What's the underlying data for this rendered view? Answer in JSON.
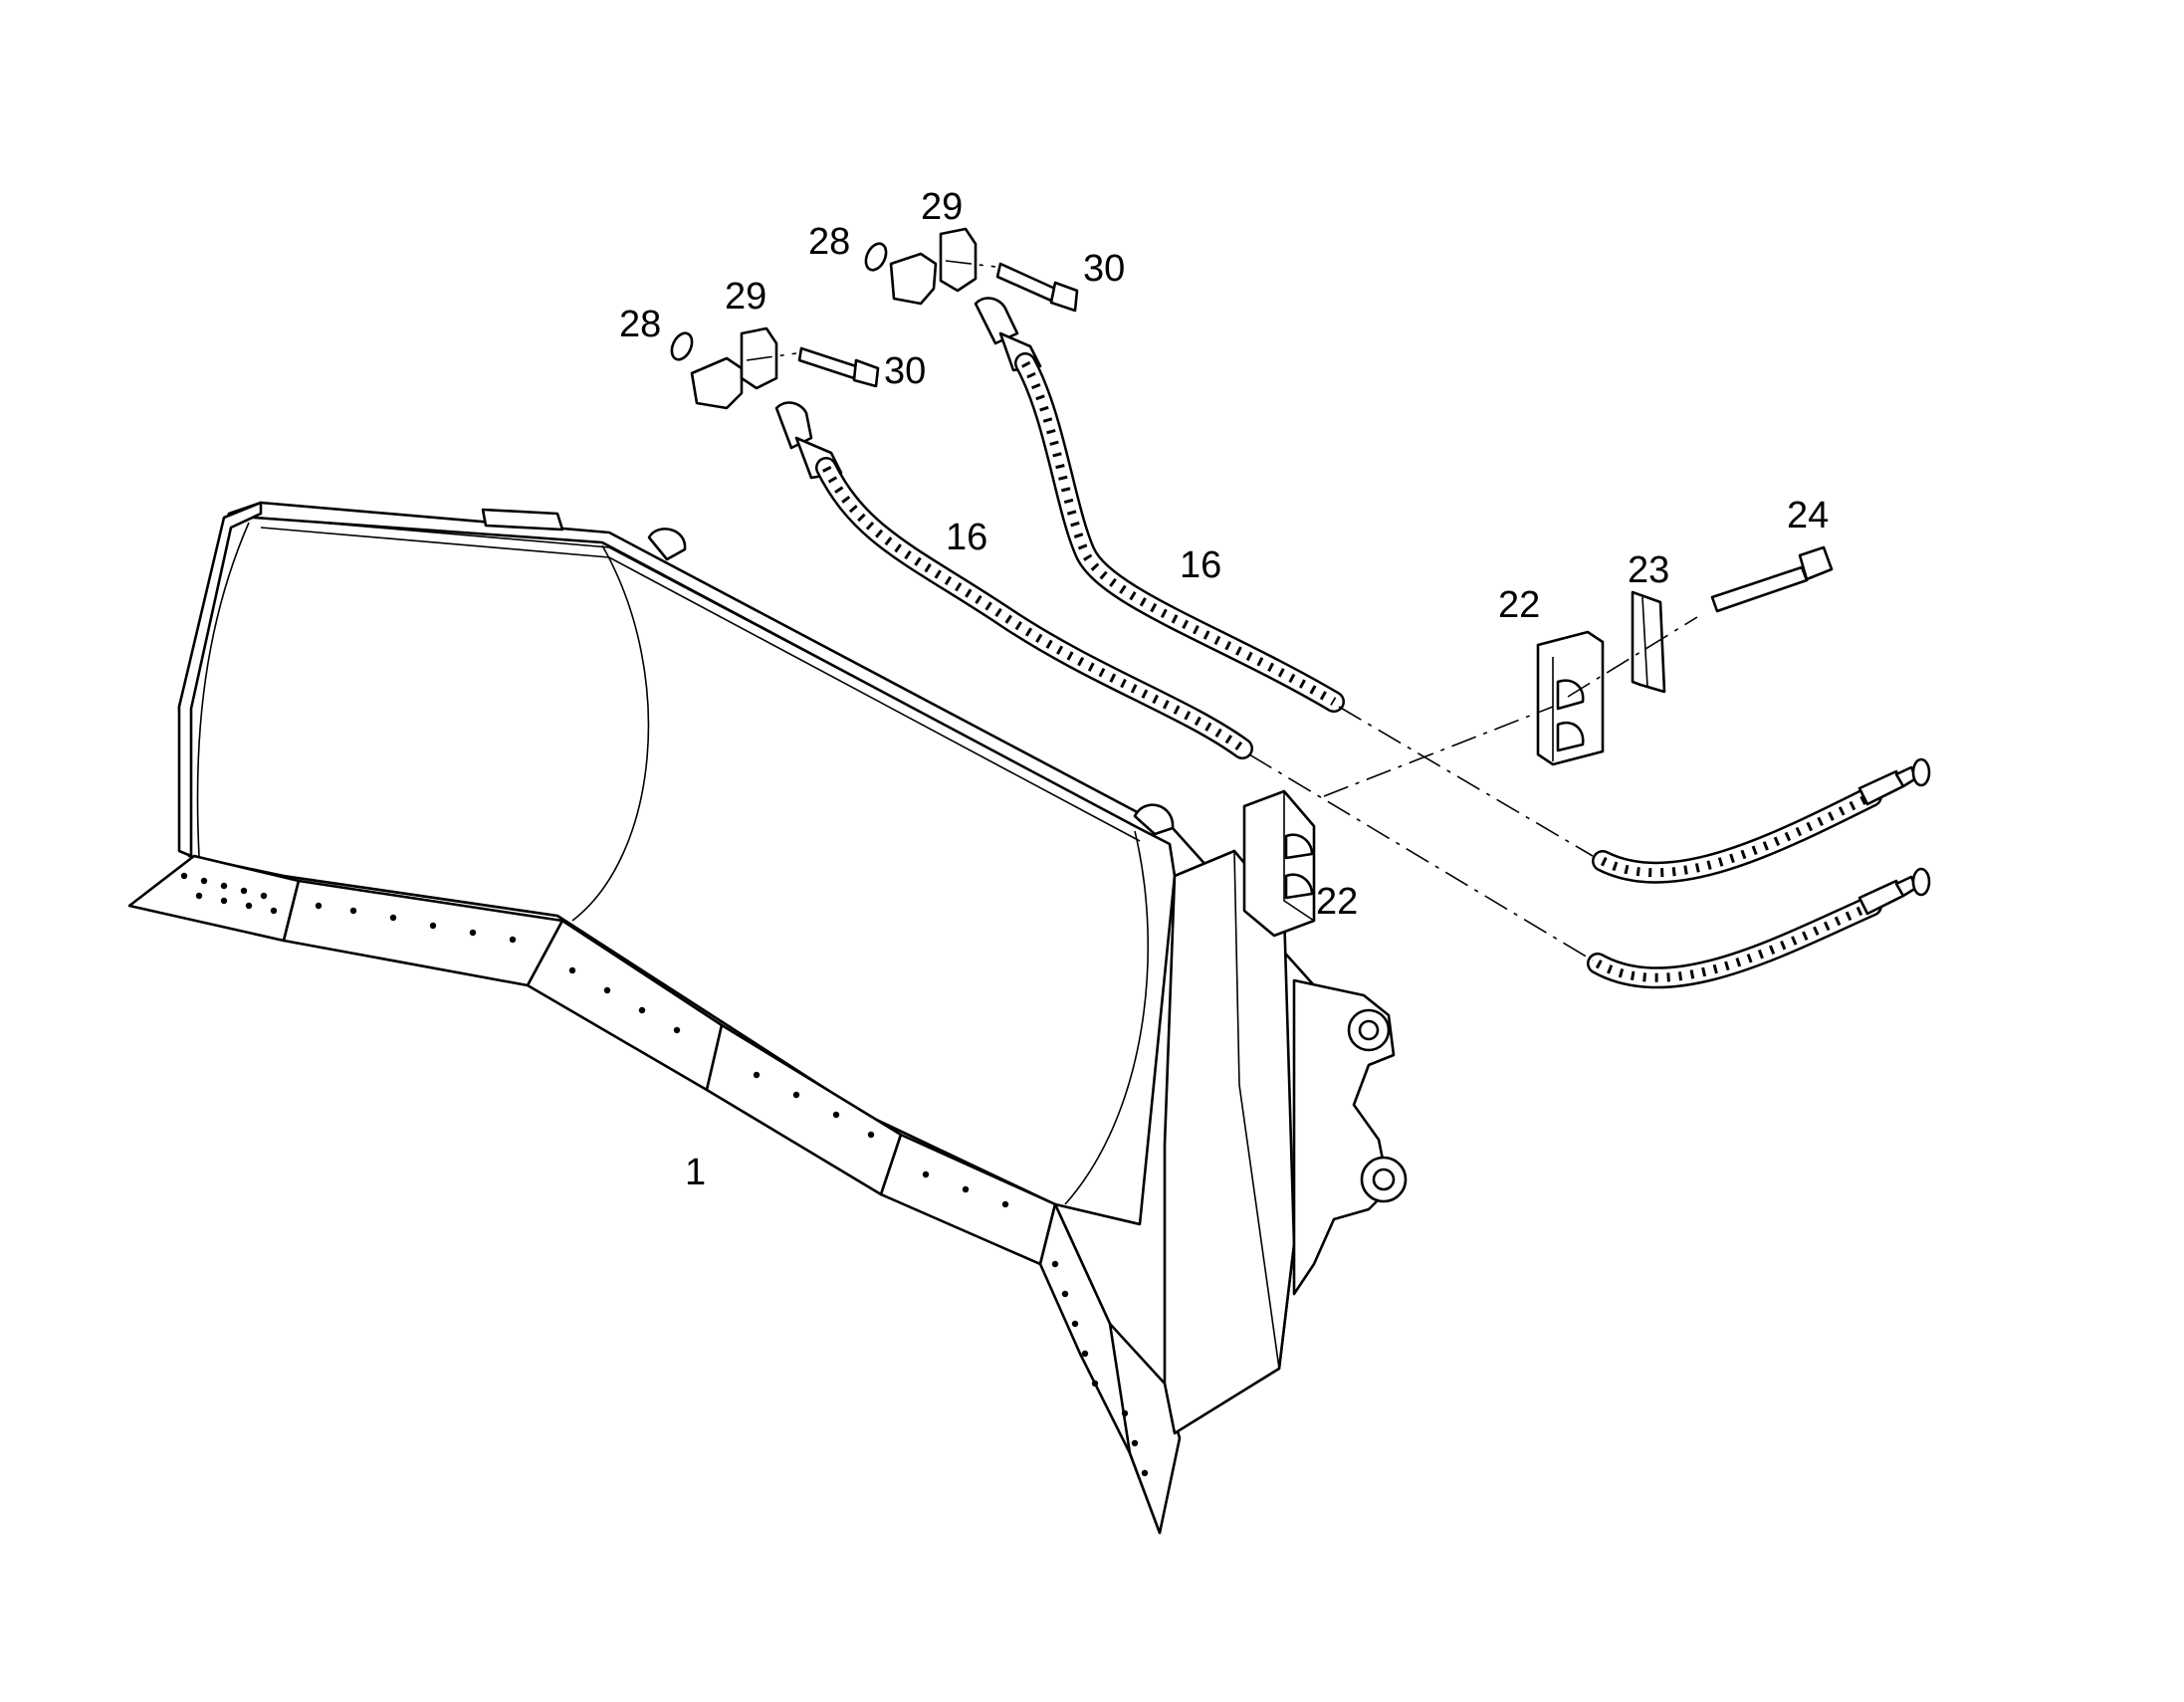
{
  "callouts": {
    "blade": "1",
    "hose_left": "16",
    "hose_right": "16",
    "clamp_upper": "22",
    "clamp_lower": "22",
    "plate": "23",
    "bolt_long": "24",
    "oring_left": "28",
    "oring_right": "28",
    "flange_left": "29",
    "flange_right": "29",
    "bolt_left": "30",
    "bolt_right": "30"
  }
}
